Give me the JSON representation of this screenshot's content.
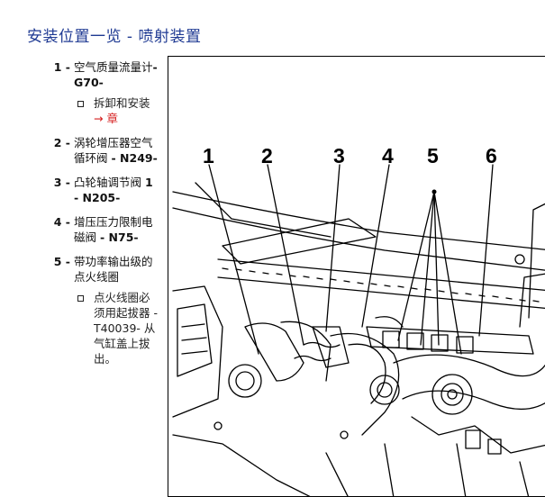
{
  "title": "安装位置一览 - 喷射装置",
  "items": [
    {
      "num": "1 -",
      "text": "空气质量流量计",
      "code": "- G70-"
    },
    {
      "num": "2 -",
      "text": "涡轮增压器空气循环阀",
      "code": "- N249-"
    },
    {
      "num": "3 -",
      "text": "凸轮轴调节阀",
      "code": "1 - N205-"
    },
    {
      "num": "4 -",
      "text": "增压压力限制电磁阀",
      "code": "- N75-"
    },
    {
      "num": "5 -",
      "text": "带功率输出级的点火线圈",
      "code": ""
    }
  ],
  "notes": [
    {
      "text": "拆卸和安装",
      "link": "→ 章"
    },
    {
      "text": "点火线圈必须用起拔器 - T40039- 从气缸盖上拔出。",
      "link": ""
    }
  ],
  "figure": {
    "callouts": [
      "1",
      "2",
      "3",
      "4",
      "5",
      "6"
    ]
  }
}
